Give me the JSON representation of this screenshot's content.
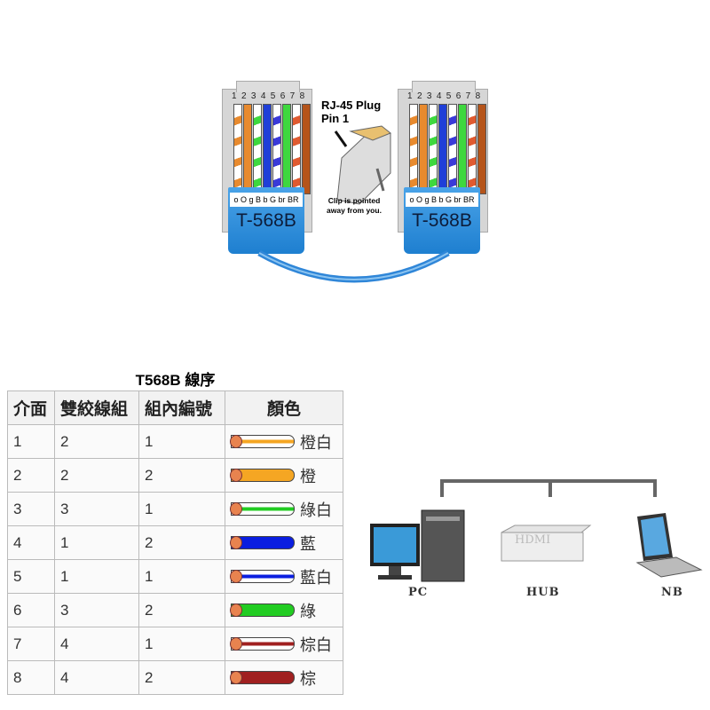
{
  "connector": {
    "pins": "1 2 3 4 5 6 7 8",
    "codes": "o O g B b G br BR",
    "standard": "T-568B",
    "wire_colors": [
      [
        "#fff",
        "#e88a2e"
      ],
      [
        "#e88a2e",
        "#e88a2e"
      ],
      [
        "#fff",
        "#3ed83e"
      ],
      [
        "#1f3fd8",
        "#1f3fd8"
      ],
      [
        "#fff",
        "#3a3ad8"
      ],
      [
        "#3ed83e",
        "#3ed83e"
      ],
      [
        "#fff",
        "#e05a30"
      ],
      [
        "#b5541a",
        "#b5541a"
      ]
    ]
  },
  "plug_note": {
    "title": "RJ-45 Plug",
    "pin": "Pin 1",
    "clip": "Clip is pointed",
    "clip2": "away from you."
  },
  "table": {
    "title": "T568B 線序",
    "headers": [
      "介面",
      "雙絞線組",
      "組內編號",
      "顏色"
    ],
    "rows": [
      {
        "pin": "1",
        "pair": "2",
        "num": "1",
        "color": "橙白",
        "fill": "#f5a623",
        "striped": true
      },
      {
        "pin": "2",
        "pair": "2",
        "num": "2",
        "color": "橙",
        "fill": "#f5a623",
        "striped": false
      },
      {
        "pin": "3",
        "pair": "3",
        "num": "1",
        "color": "綠白",
        "fill": "#22cc22",
        "striped": true
      },
      {
        "pin": "4",
        "pair": "1",
        "num": "2",
        "color": "藍",
        "fill": "#0a1ee0",
        "striped": false
      },
      {
        "pin": "5",
        "pair": "1",
        "num": "1",
        "color": "藍白",
        "fill": "#0a1ee0",
        "striped": true
      },
      {
        "pin": "6",
        "pair": "3",
        "num": "2",
        "color": "綠",
        "fill": "#22cc22",
        "striped": false
      },
      {
        "pin": "7",
        "pair": "4",
        "num": "1",
        "color": "棕白",
        "fill": "#a02020",
        "striped": true
      },
      {
        "pin": "8",
        "pair": "4",
        "num": "2",
        "color": "棕",
        "fill": "#a02020",
        "striped": false
      }
    ]
  },
  "network": {
    "devices": [
      "PC",
      "HUB",
      "NB"
    ],
    "hub_text": "HDMI"
  }
}
